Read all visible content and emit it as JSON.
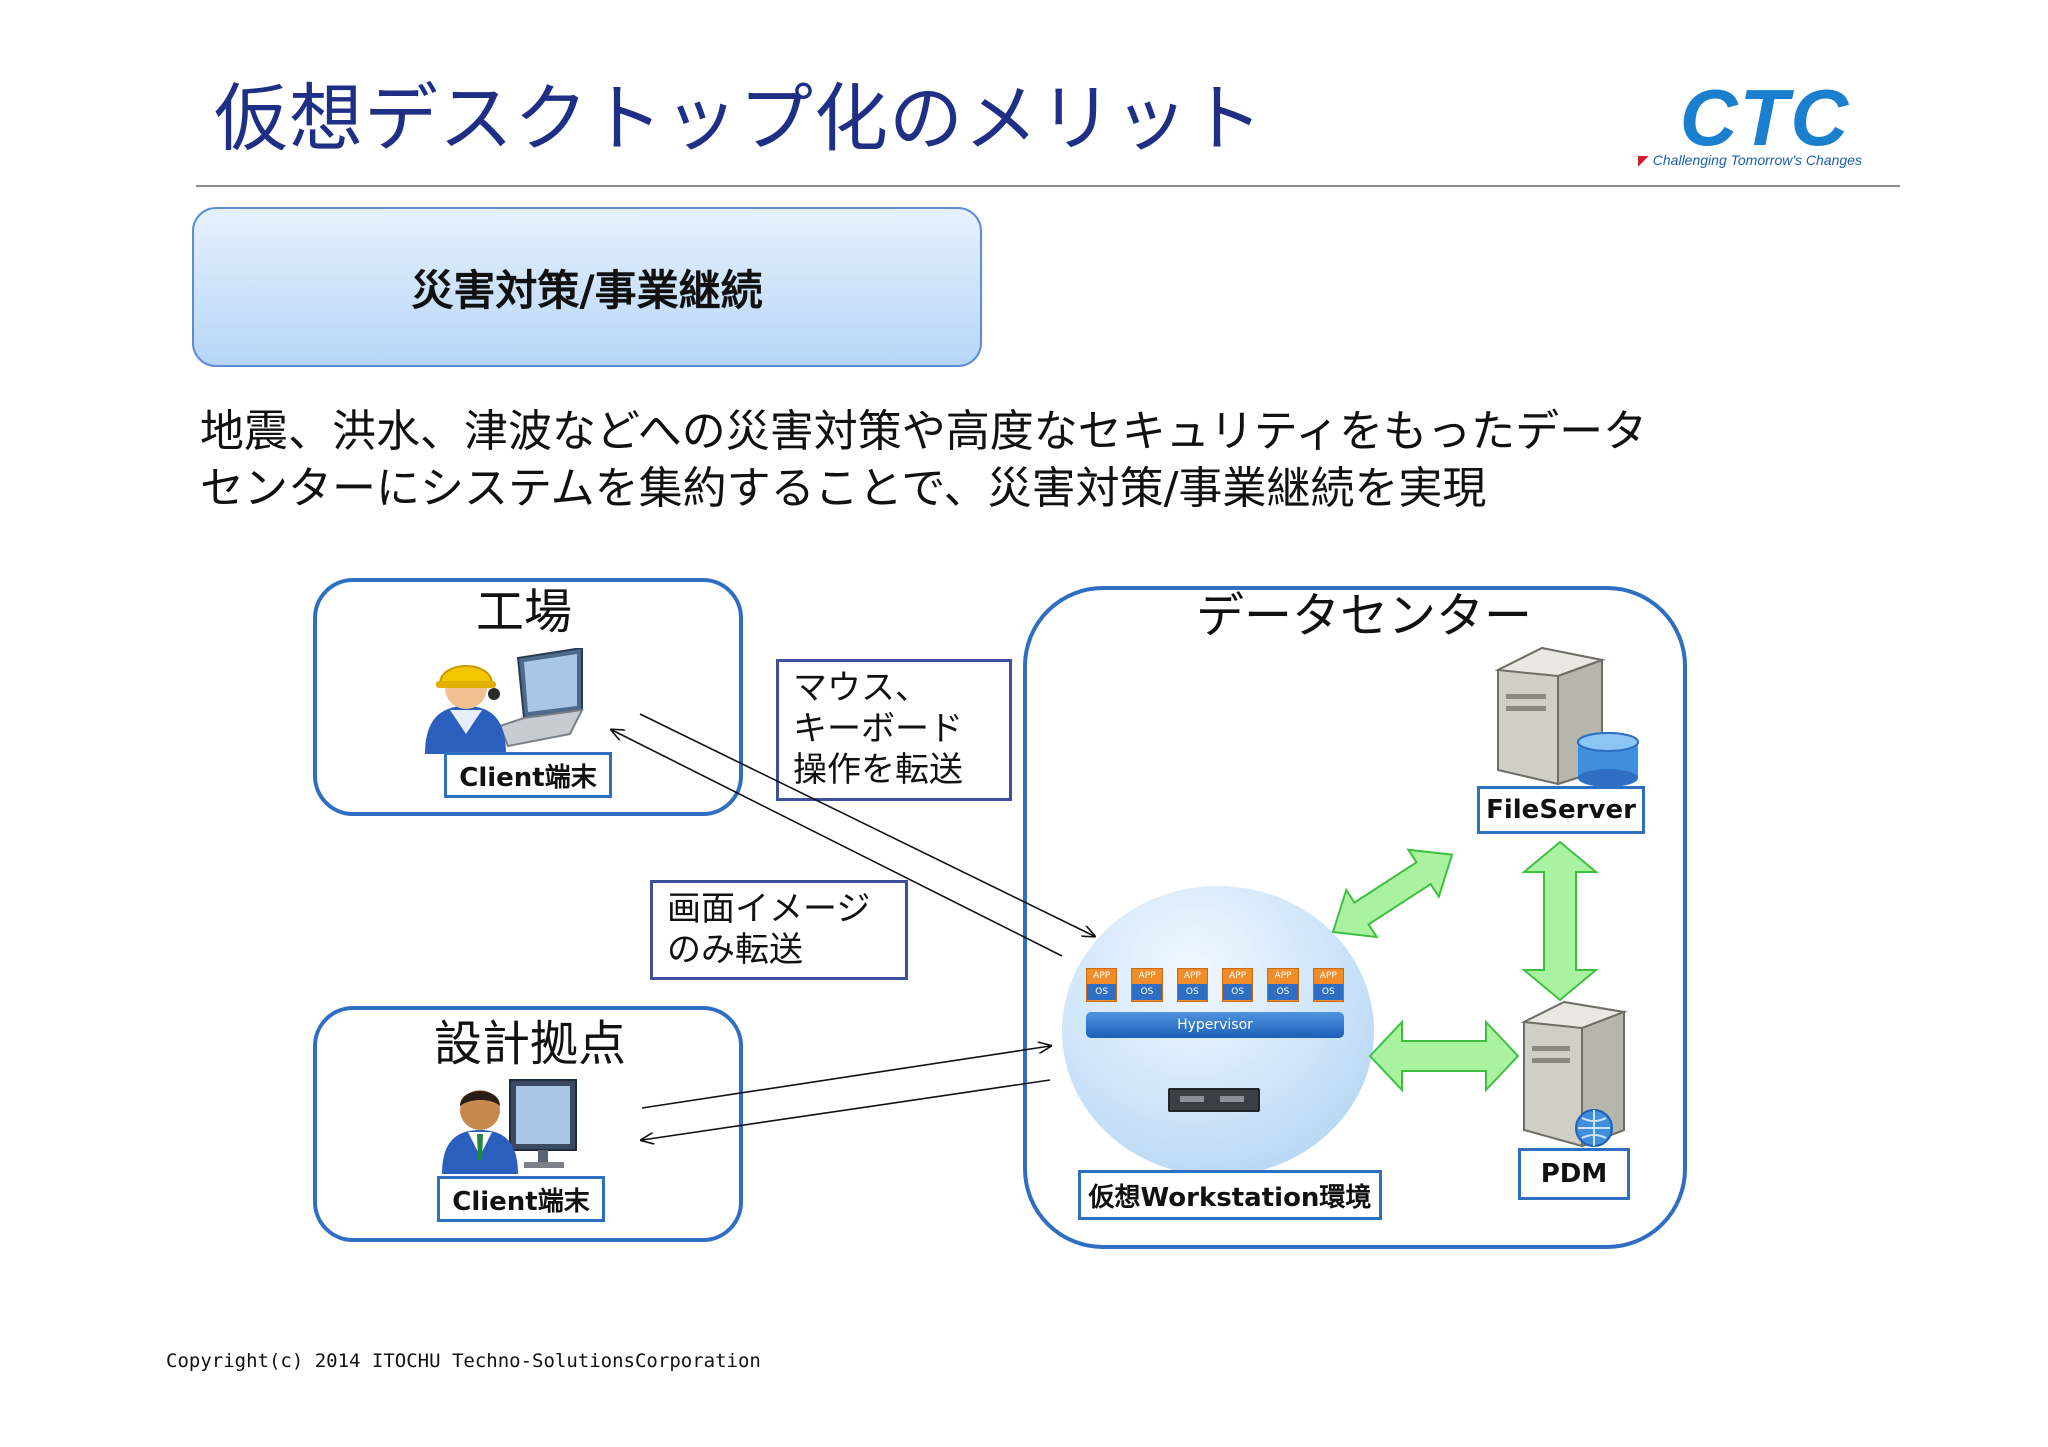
{
  "header": {
    "title": "仮想デスクトップ化のメリット",
    "logo_text": "CTC",
    "logo_tagline": "Challenging Tomorrow's Changes",
    "colors": {
      "title": "#1f2f86",
      "logo": "#1a7fcf",
      "rule": "#8c8c8c"
    }
  },
  "heading_box": {
    "label": "災害対策/事業継続"
  },
  "description": {
    "lines": [
      "地震、洪水、津波などへの災害対策や高度なセキュリティをもったデータ",
      "センターにシステムを集約することで、災害対策/事業継続を実現"
    ]
  },
  "diagram": {
    "factory": {
      "title": "工場",
      "client_label": "Client端末"
    },
    "design_site": {
      "title": "設計拠点",
      "client_label": "Client端末"
    },
    "note_input": {
      "lines": [
        "マウス、",
        "キーボード",
        "操作を転送"
      ]
    },
    "note_screen": {
      "lines": [
        "画面イメージ",
        "のみ転送"
      ]
    },
    "datacenter": {
      "title": "データセンター",
      "file_server_label": "FileServer",
      "pdm_label": "PDM",
      "workstation_label": "仮想Workstation環境",
      "vm_app_label": "APP",
      "vm_os_label": "OS",
      "hypervisor_label": "Hypervisor"
    },
    "colors": {
      "border": "#2f6fc3",
      "green_arrow": "#a8f2a0",
      "green_arrow_stroke": "#3fbf3f"
    }
  },
  "footer": {
    "copyright": "Copyright(c) 2014 ITOCHU Techno-SolutionsCorporation"
  }
}
